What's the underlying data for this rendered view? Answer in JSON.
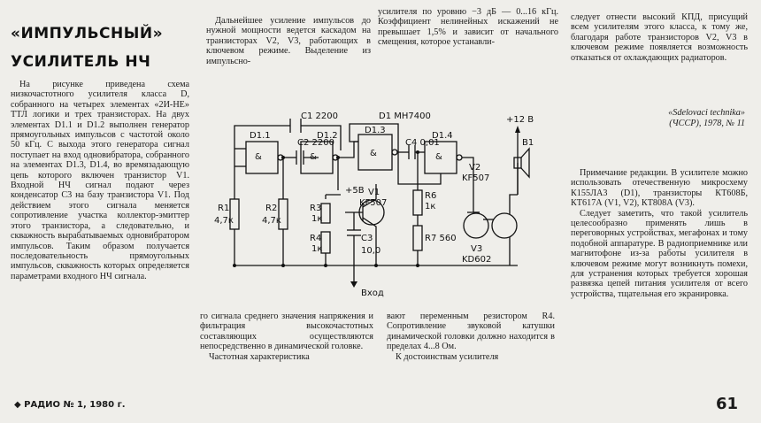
{
  "article": {
    "title_line1": "«ИМПУЛЬСНЫЙ»",
    "title_line2": "УСИЛИТЕЛЬ НЧ"
  },
  "columns": {
    "col1": "На рисунке приведена схема низкочастотного усилителя класса D, собранного на четырех элементах «2И-НЕ» ТТЛ логики и трех транзисторах. На двух элементах D1.1 и D1.2 выполнен генератор прямоугольных импульсов с частотой около 50 кГц. С выхода этого генератора сигнал поступает на вход одновибратора, собранного на элементах D1.3, D1.4, во времязадающую цепь которого включен транзистор V1. Входной НЧ сигнал подают через конденсатор C3 на базу транзистора V1. Под действием этого сигнала меняется сопротивление участка коллектор-эмиттер этого транзистора, а следовательно, и скважность вырабатываемых одновибратором импульсов. Таким образом получается последовательность прямоугольных импульсов, скважность которых определяется параметрами входного НЧ сигнала.",
    "col2_top": "Дальнейшее усиление импульсов до нужной мощности ведется каскадом на транзисторах V2, V3, работающих в ключевом режиме. Выделение из импульсно-",
    "col2_bottom_p1": "го сигнала среднего значения напряжения и фильтрация высокочастотных составляющих осуществляются непосредственно в динамической головке.",
    "col2_bottom_p2": "Частотная характеристика",
    "col3_top": "усилителя по уровню −3 дБ — 0...16 кГц. Коэффициент нелинейных искажений не превышает 1,5% и зависит от начального смещения, которое устанавли-",
    "col3_bottom_p1": "вают переменным резистором R4. Сопротивление звуковой катушки динамической головки должно находится в пределах 4...8 Ом.",
    "col3_bottom_p2": "К достоинствам усилителя",
    "col4_top": "следует отнести высокий КПД, присущий всем усилителям этого класса, к тому же, благодаря работе транзисторов V2, V3 в ключевом режиме появляется возможность отказаться от охлаждающих радиаторов.",
    "source_line1": "«Sdelovaci technika»",
    "source_line2": "(ЧССР), 1978, № 11",
    "note_p1": "Примечание редакции. В усилителе можно использовать отечественную микросхему К155ЛА3 (D1), транзисторы КТ608Б, КТ617А (V1, V2), КТ808А (V3).",
    "note_p2": "Следует заметить, что такой усилитель целесообразно применять лишь в переговорных устройствах, мегафонах и тому подобной аппаратуре. В радиоприемнике или магнитофоне из-за работы усилителя в ключевом режиме могут возникнуть помехи, для устранения которых требуется хорошая развязка цепей питания усилителя от всего устройства, тщательная его экранировка."
  },
  "schematic": {
    "c1": "C1 2200",
    "d1_title": "D1 МН7400",
    "c2": "C2 2200",
    "c4": "C4 0,01",
    "d11": "D1.1",
    "d12": "D1.2",
    "d13": "D1.3",
    "d14": "D1.4",
    "and_sym": "&",
    "r1": "R1",
    "r1v": "4,7к",
    "r2": "R2",
    "r2v": "4,7к",
    "r3": "R3",
    "r3v": "1к",
    "r4": "R4",
    "r4v": "1к",
    "r6": "R6",
    "r6v": "1к",
    "r7": "R7 560",
    "c3": "C3",
    "c3v": "10,0",
    "v1": "V1",
    "v1t": "KF507",
    "v2": "V2",
    "v2t": "KF507",
    "v3": "V3",
    "v3t": "KD602",
    "plus5": "+5В",
    "plus12": "+12 В",
    "b1": "B1",
    "input": "Вход"
  },
  "footer": {
    "magazine": "◆ РАДИО № 1, 1980 г.",
    "page_number": "61"
  }
}
